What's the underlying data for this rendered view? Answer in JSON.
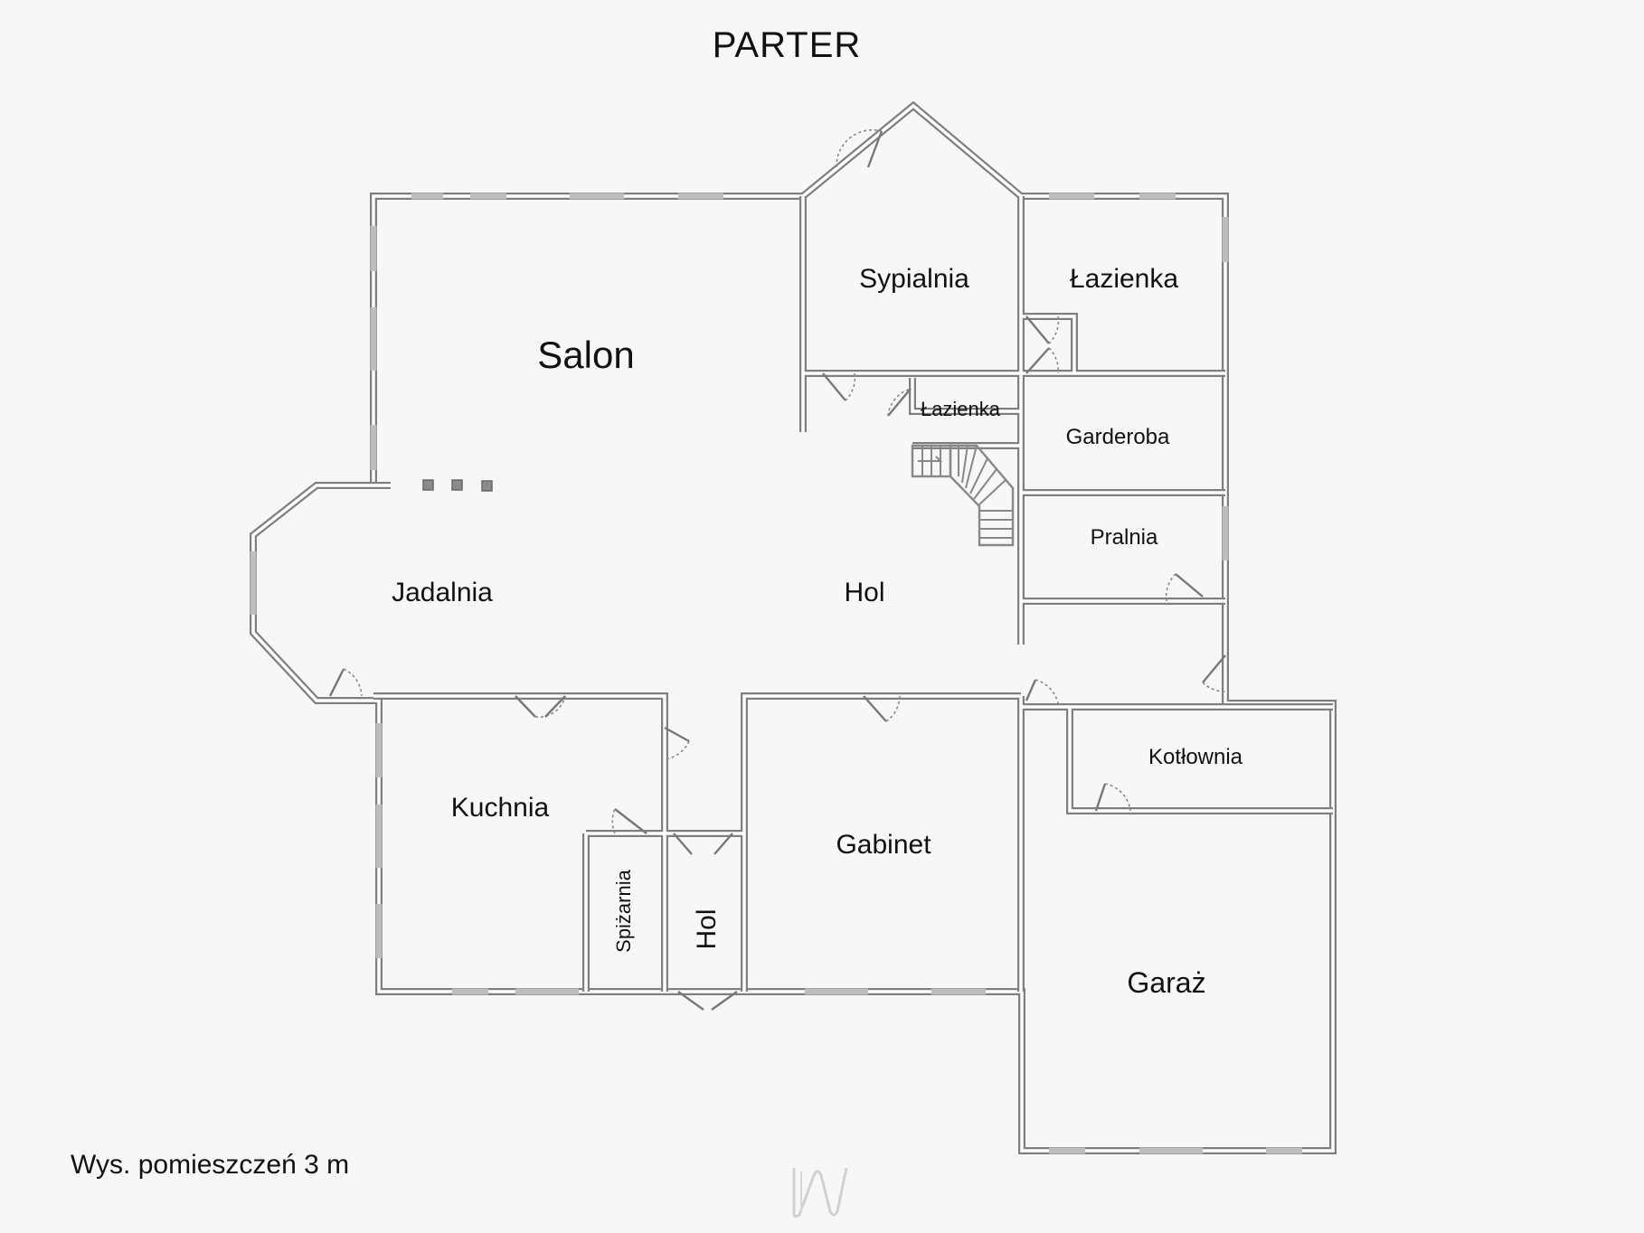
{
  "title": "PARTER",
  "footer_note": "Wys. pomieszczeń 3 m",
  "rooms": {
    "salon": "Salon",
    "sypialnia": "Sypialnia",
    "lazienka_1": "Łazienka",
    "lazienka_2": "Łazienka",
    "garderoba": "Garderoba",
    "pralnia": "Pralnia",
    "jadalnia": "Jadalnia",
    "hol_main": "Hol",
    "kuchnia": "Kuchnia",
    "spizarnia": "Spiżarnia",
    "hol_small": "Hol",
    "gabinet": "Gabinet",
    "kotlownia": "Kotłownia",
    "garaz": "Garaż"
  },
  "colors": {
    "background": "#f7f7f7",
    "wall": "#7f7f7f",
    "text": "#111111"
  },
  "icons": [
    "door-swing-icon",
    "stairs-icon",
    "logo-mark-icon"
  ]
}
